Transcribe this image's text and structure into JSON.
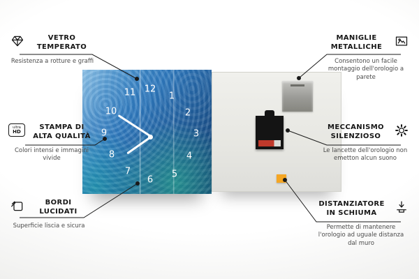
{
  "features": {
    "left": [
      {
        "title": "VETRO TEMPERATO",
        "desc": "Resistenza a rotture e graffi",
        "icon": "diamond-icon"
      },
      {
        "title": "STAMPA DI ALTA QUALITÀ",
        "desc": "Colori intensi e immagini vivide",
        "icon": "ultra-hd-icon"
      },
      {
        "title": "BORDI LUCIDATI",
        "desc": "Superficie liscia e sicura",
        "icon": "polished-edge-icon"
      }
    ],
    "right": [
      {
        "title": "MANIGLIE METALLICHE",
        "desc": "Consentono un facile montaggio dell'orologio a parete",
        "icon": "picture-frame-icon"
      },
      {
        "title": "MECCANISMO SILENZIOSO",
        "desc": "Le lancette dell'orologio non emetton alcun suono",
        "icon": "gear-icon"
      },
      {
        "title": "DISTANZIATORE IN SCHIUMA",
        "desc": "Permette di mantenere l'orologio ad uguale distanza dal muro",
        "icon": "foam-spacer-icon"
      }
    ]
  },
  "icons": {
    "ultra_hd_top": "ultra",
    "ultra_hd_bottom": "HD"
  },
  "clock": {
    "numbers": [
      "1",
      "2",
      "3",
      "4",
      "5",
      "6",
      "7",
      "8",
      "9",
      "10",
      "11",
      "12"
    ],
    "time_shown": "10:38"
  },
  "colors": {
    "clock_blue": "#2f79bd",
    "spacer_orange": "#f5a623",
    "line": "#1a1a1a"
  }
}
